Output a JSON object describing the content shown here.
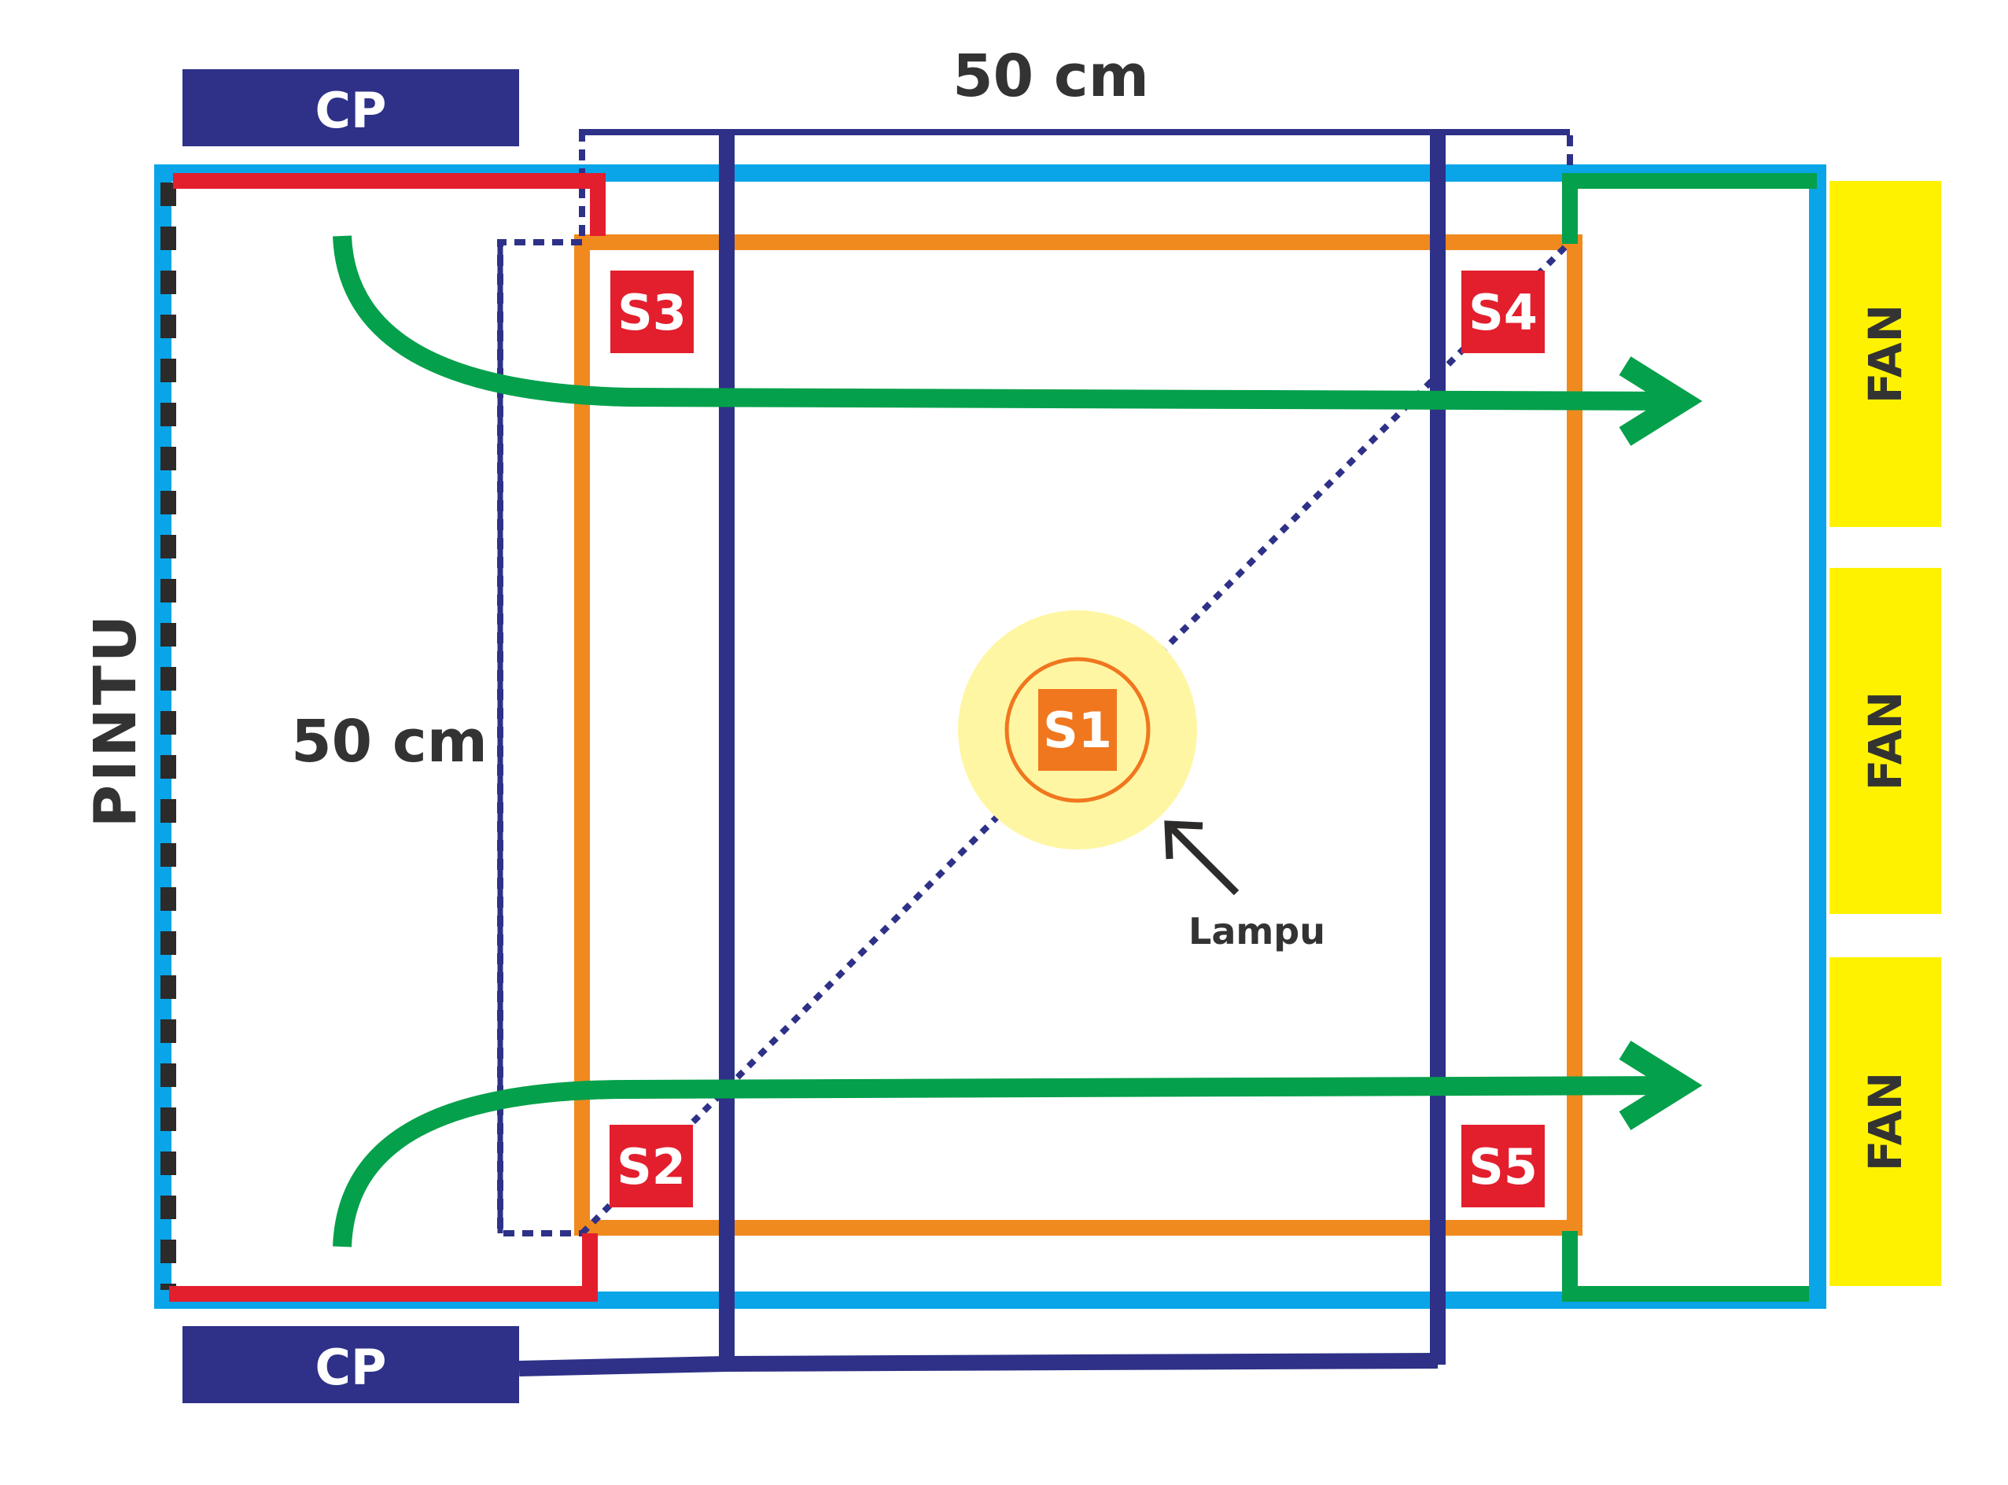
{
  "labels": {
    "top_dimension": "50 cm",
    "left_dimension": "50 cm",
    "door": "PINTU",
    "lamp": "Lampu",
    "cp_top": "CP",
    "cp_bottom": "CP",
    "fans": [
      "FAN",
      "FAN",
      "FAN"
    ],
    "sensors": {
      "s1": "S1",
      "s2": "S2",
      "s3": "S3",
      "s4": "S4",
      "s5": "S5"
    }
  },
  "colors": {
    "outer_wall": "#0aa5e8",
    "inner_frame": "#f08a1e",
    "navy": "#2e3187",
    "green": "#05a04b",
    "red": "#e31e2d",
    "sensor_box": "#e31e2d",
    "s1_box": "#f0771e",
    "lamp_glow": "#fff6a3",
    "fan_panel": "#fff200",
    "door_dash": "#2d2a2a"
  }
}
